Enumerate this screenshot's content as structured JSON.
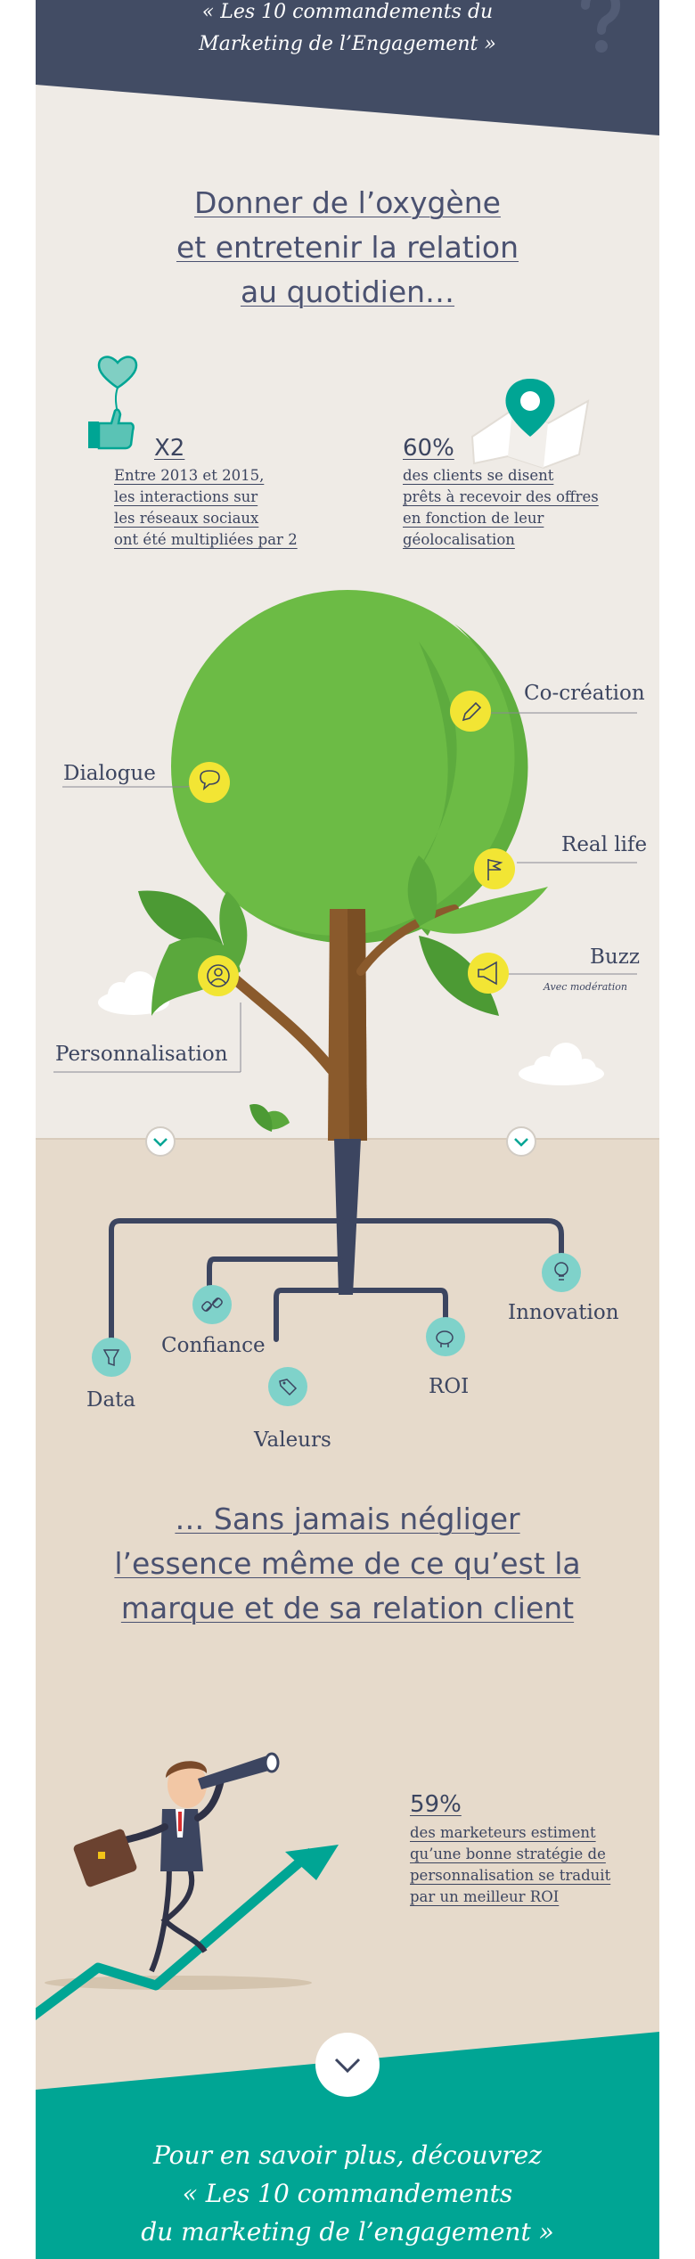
{
  "header": {
    "line1": "« Les 10 commandements du",
    "line2": "Marketing de l’Engagement »"
  },
  "section1": {
    "title_line1": "Donner de l’oxygène",
    "title_line2": "et entretenir la relation",
    "title_line3": "au quotidien…"
  },
  "stats": [
    {
      "value": "X2",
      "lines": [
        "Entre 2013 et 2015,",
        "les interactions sur",
        "les réseaux sociaux",
        "ont été multipliées par 2"
      ],
      "icon": "thumbs-up-heart-balloon-icon"
    },
    {
      "value": "60%",
      "lines": [
        "des clients se disent",
        "prêts à recevoir des offres",
        "en fonction de leur",
        "géolocalisation"
      ],
      "icon": "map-pin-icon"
    }
  ],
  "tree": {
    "branches": [
      {
        "label": "Dialogue",
        "icon": "speech-bubble-icon"
      },
      {
        "label": "Co-création",
        "icon": "pencil-icon"
      },
      {
        "label": "Real life",
        "icon": "flag-icon"
      },
      {
        "label": "Buzz",
        "sublabel": "Avec modération",
        "icon": "megaphone-icon"
      },
      {
        "label": "Personnalisation",
        "icon": "user-icon"
      }
    ],
    "roots": [
      {
        "label": "Data",
        "icon": "funnel-icon"
      },
      {
        "label": "Confiance",
        "icon": "link-icon"
      },
      {
        "label": "Valeurs",
        "icon": "tag-icon"
      },
      {
        "label": "ROI",
        "icon": "piggy-bank-icon"
      },
      {
        "label": "Innovation",
        "icon": "lightbulb-icon"
      }
    ]
  },
  "section2": {
    "title_line1": "… Sans jamais négliger",
    "title_line2": "l’essence même de ce qu’est la",
    "title_line3": "marque et de sa relation client"
  },
  "stat3": {
    "value": "59%",
    "lines": [
      "des marketeurs estiment",
      "qu’une bonne stratégie de",
      "personnalisation se traduit",
      "par un meilleur ROI"
    ]
  },
  "footer": {
    "line1": "Pour en savoir plus, découvrez",
    "line2": "« Les 10  commandements",
    "line3": "du marketing de l’engagement »"
  },
  "colors": {
    "header_bg": "#424c64",
    "card_bg": "#efebe6",
    "soil_bg": "#e6dacb",
    "teal": "#00a594",
    "tree_green": "#6cbb45",
    "yellow": "#f2e534",
    "navy": "#3c4560"
  }
}
